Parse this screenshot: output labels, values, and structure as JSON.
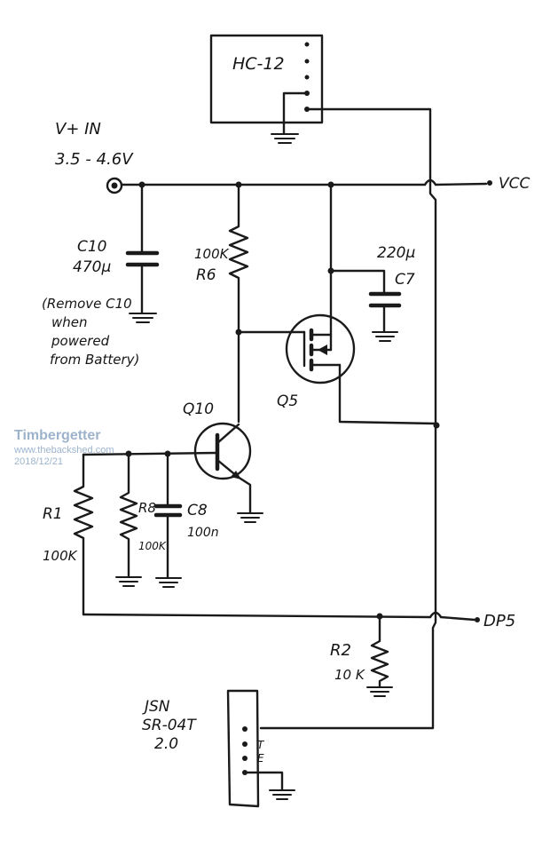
{
  "watermark": {
    "name": "Timbergetter",
    "site": "www.thebackshed.com",
    "date": "2018/12/21",
    "color": "#9db3cc"
  },
  "modules": {
    "hc12": {
      "label": "HC-12"
    },
    "jsn": {
      "label_line1": "JSN",
      "label_line2": "SR-04T",
      "label_line3": "2.0",
      "pin_t": "T",
      "pin_e": "E"
    }
  },
  "supply": {
    "label": "V+ IN",
    "range": "3.5 - 4.6V",
    "vcc": "VCC",
    "dp5": "DP5"
  },
  "components": {
    "c10_name": "C10",
    "c10_value": "470µ",
    "c10_note_1": "(Remove C10",
    "c10_note_2": "when",
    "c10_note_3": "powered",
    "c10_note_4": "from Battery)",
    "r6_value": "100K",
    "r6_name": "R6",
    "c7_value": "220µ",
    "c7_name": "C7",
    "q5_name": "Q5",
    "q10_name": "Q10",
    "r1_name": "R1",
    "r1_value": "100K",
    "r8_name": "R8",
    "r8_value": "100K",
    "c8_name": "C8",
    "c8_value": "100n",
    "r2_name": "R2",
    "r2_value": "10 K"
  }
}
